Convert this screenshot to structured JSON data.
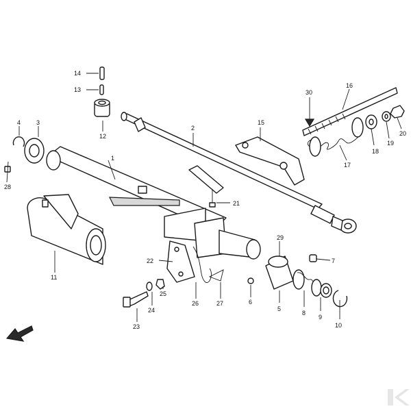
{
  "diagram": {
    "callouts": [
      {
        "id": "c1",
        "text": "1"
      },
      {
        "id": "c2",
        "text": "2"
      },
      {
        "id": "c3",
        "text": "3"
      },
      {
        "id": "c4",
        "text": "4"
      },
      {
        "id": "c5",
        "text": "5"
      },
      {
        "id": "c6",
        "text": "6"
      },
      {
        "id": "c7",
        "text": "7"
      },
      {
        "id": "c8",
        "text": "8"
      },
      {
        "id": "c9",
        "text": "9"
      },
      {
        "id": "c10",
        "text": "10"
      },
      {
        "id": "c11",
        "text": "11"
      },
      {
        "id": "c12",
        "text": "12"
      },
      {
        "id": "c13",
        "text": "13"
      },
      {
        "id": "c14",
        "text": "14"
      },
      {
        "id": "c15",
        "text": "15"
      },
      {
        "id": "c16",
        "text": "16"
      },
      {
        "id": "c17",
        "text": "17"
      },
      {
        "id": "c18",
        "text": "18"
      },
      {
        "id": "c19",
        "text": "19"
      },
      {
        "id": "c20",
        "text": "20"
      },
      {
        "id": "c21",
        "text": "21"
      },
      {
        "id": "c22",
        "text": "22"
      },
      {
        "id": "c23",
        "text": "23"
      },
      {
        "id": "c24",
        "text": "24"
      },
      {
        "id": "c25",
        "text": "25"
      },
      {
        "id": "c26",
        "text": "26"
      },
      {
        "id": "c27",
        "text": "27"
      },
      {
        "id": "c28",
        "text": "28"
      },
      {
        "id": "c29",
        "text": "29"
      },
      {
        "id": "c30",
        "text": "30"
      }
    ],
    "colors": {
      "ink": "#1a1a1a",
      "background": "#ffffff",
      "watermark": "#e6e6e6"
    },
    "icons": {
      "direction_arrow": "arrow-southwest-icon",
      "watermark": "brand-k-logo-icon"
    }
  }
}
